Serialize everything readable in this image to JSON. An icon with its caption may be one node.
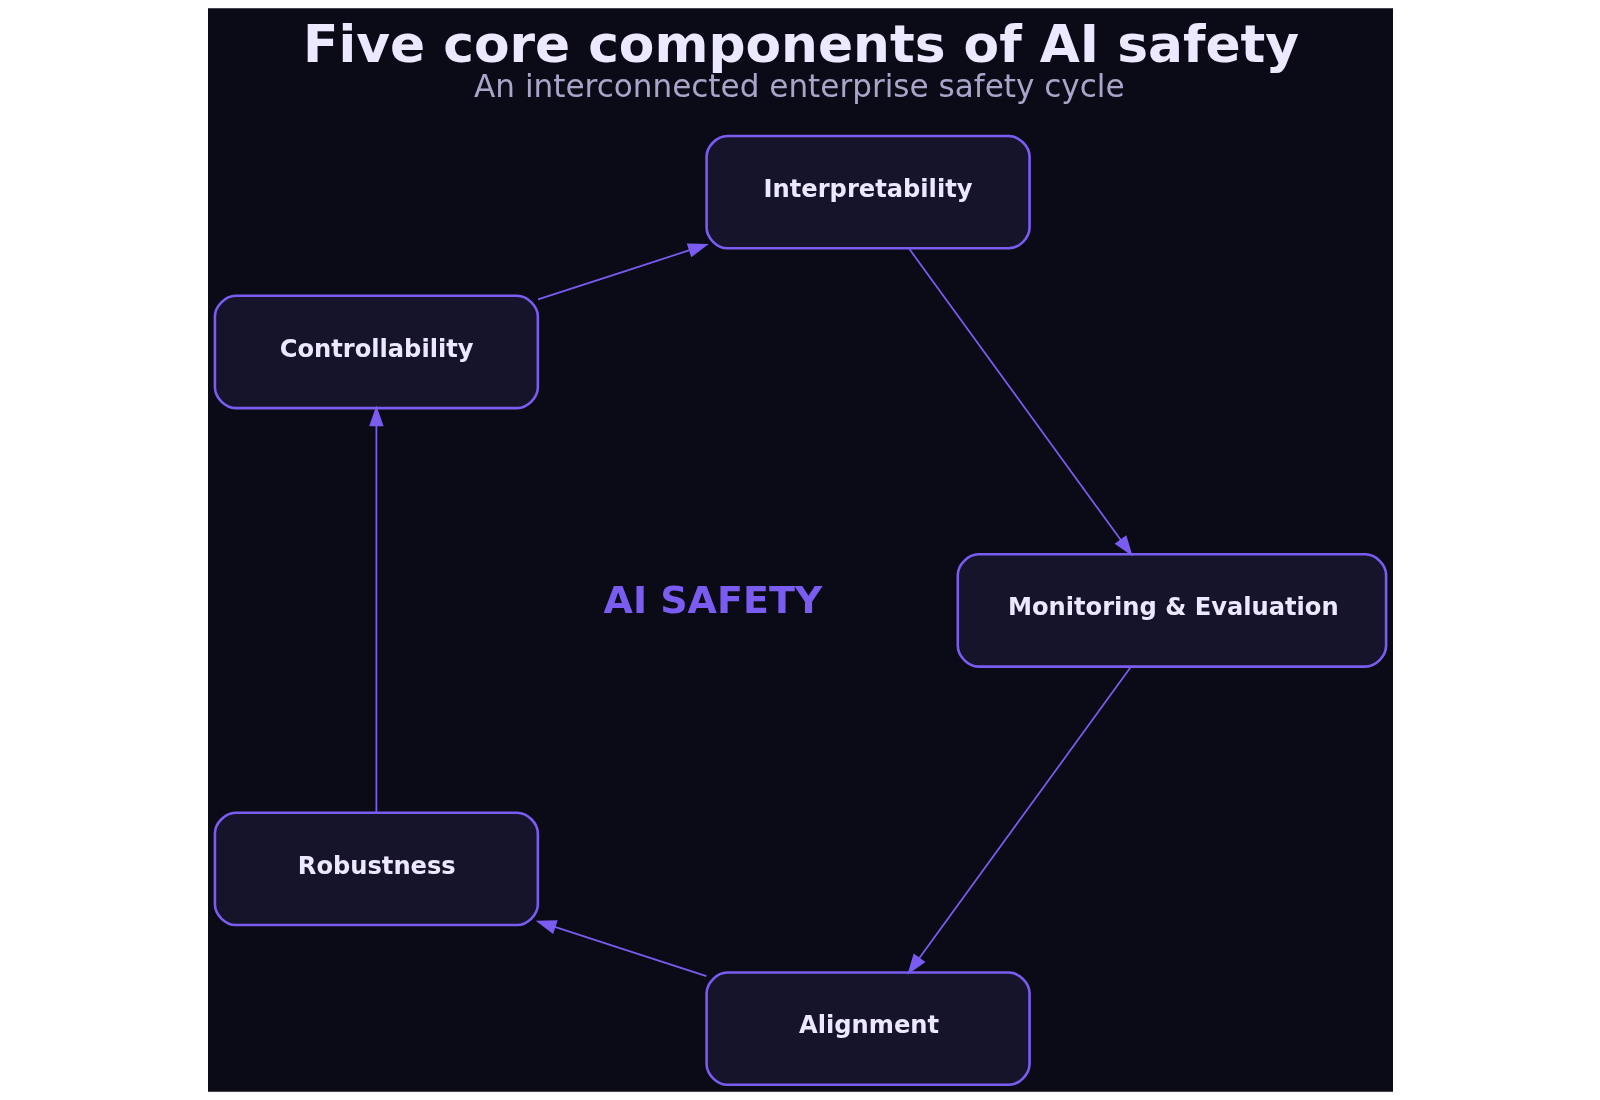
{
  "diagram": {
    "title": "Five core components of AI safety",
    "caption": "An interconnected enterprise safety cycle",
    "nodes": [
      {
        "text": [
          "Alignment"
        ]
      },
      {
        "text": [
          "Monitoring & Evaluation"
        ]
      },
      {
        "text": [
          "Robustness"
        ]
      },
      {
        "text": [
          "Interpretability"
        ]
      },
      {
        "text": [
          "Controllability"
        ]
      }
    ],
    "edges": [
      {
        "from": 0,
        "to": 2,
        "arrow": "to"
      },
      {
        "from": 2,
        "to": 4,
        "arrow": "to"
      },
      {
        "from": 4,
        "to": 3,
        "arrow": "to"
      },
      {
        "from": 3,
        "to": 1,
        "arrow": "to"
      },
      {
        "from": 1,
        "to": 0,
        "arrow": "to"
      }
    ],
    "labels": [
      "AI SAFETY"
    ]
  }
}
